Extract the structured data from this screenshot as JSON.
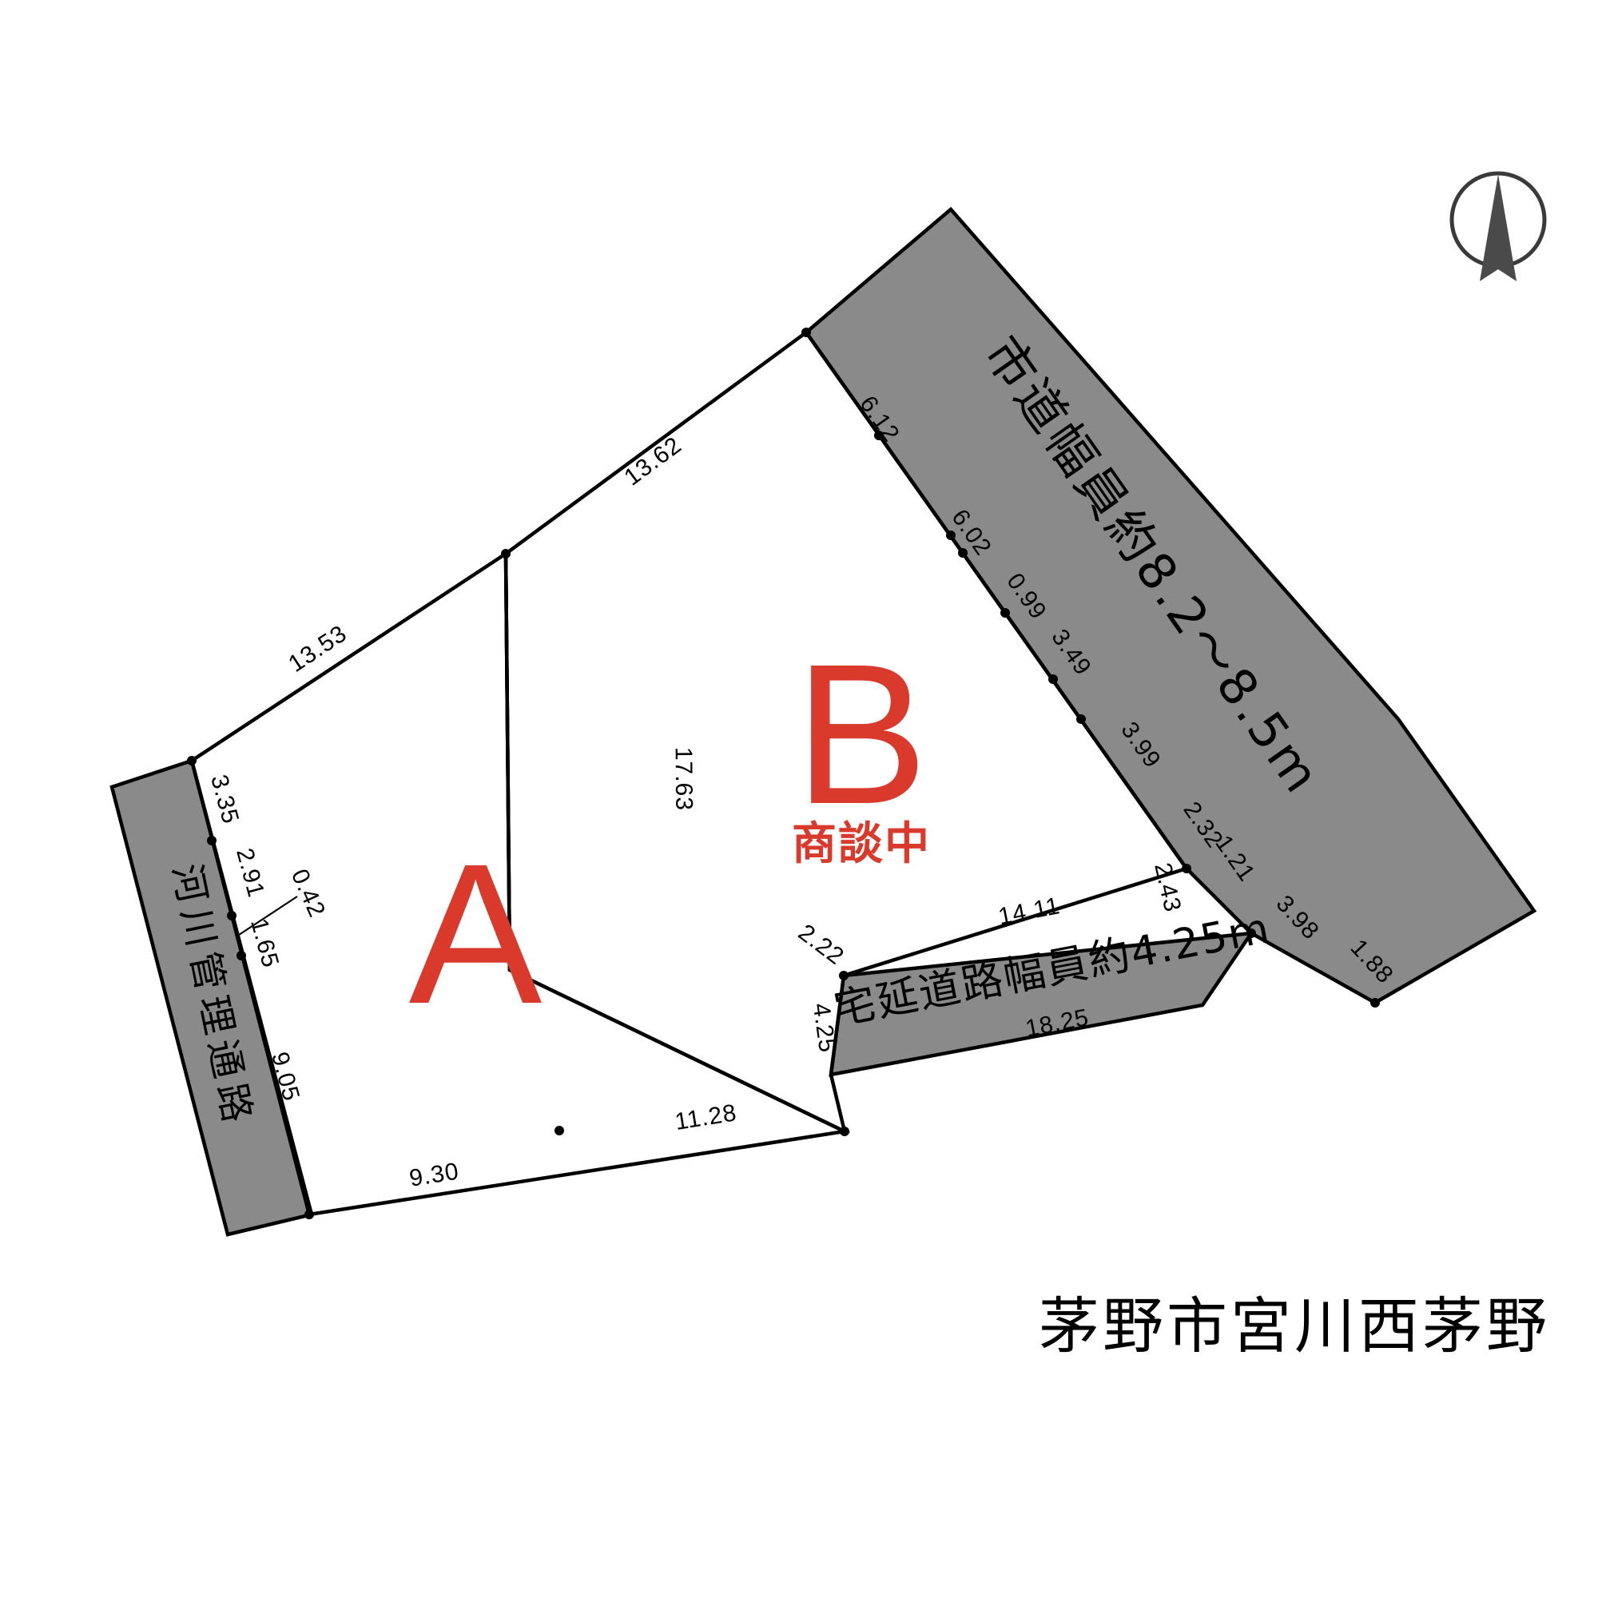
{
  "figure": {
    "title_caption": "茅野市宮川西茅野",
    "colors": {
      "lot_label": "#d93a2b",
      "road_fill": "#8a8a8a",
      "boundary": "#000000",
      "caption": "#a0a0a0"
    }
  },
  "compass": {
    "name": "north-arrow",
    "direction": "N"
  },
  "lots": [
    {
      "id": "A",
      "label": "A",
      "status": ""
    },
    {
      "id": "B",
      "label": "B",
      "status": "商談中"
    }
  ],
  "roads": [
    {
      "id": "city-road",
      "label": "市道幅員約8.2〜8.5m"
    },
    {
      "id": "flag-road",
      "label": "宅延道路幅員約4.25m"
    },
    {
      "id": "river-path",
      "label": "河川管理通路"
    }
  ],
  "dimensions": {
    "north_boundary": [
      "13.53",
      "13.62"
    ],
    "city_road_frontage": [
      "6.12",
      "6.02",
      "0.99",
      "3.49",
      "3.99",
      "2.32",
      "1.21",
      "3.98",
      "1.88"
    ],
    "lot_divider": "17.63",
    "west_boundary": [
      "3.35",
      "2.91",
      "0.42",
      "1.65",
      "9.05"
    ],
    "south_boundary": [
      "9.30",
      "11.28"
    ],
    "flag_road": [
      "2.22",
      "4.25",
      "14.11",
      "18.25",
      "2.43"
    ]
  },
  "dim_labels": [
    {
      "key": "d_1353",
      "text": "13.53"
    },
    {
      "key": "d_1362",
      "text": "13.62"
    },
    {
      "key": "d_612",
      "text": "6.12"
    },
    {
      "key": "d_602",
      "text": "6.02"
    },
    {
      "key": "d_099",
      "text": "0.99"
    },
    {
      "key": "d_349",
      "text": "3.49"
    },
    {
      "key": "d_399",
      "text": "3.99"
    },
    {
      "key": "d_232",
      "text": "2.32"
    },
    {
      "key": "d_121",
      "text": "1.21"
    },
    {
      "key": "d_398",
      "text": "3.98"
    },
    {
      "key": "d_188",
      "text": "1.88"
    },
    {
      "key": "d_243",
      "text": "2.43"
    },
    {
      "key": "d_1411",
      "text": "14.11"
    },
    {
      "key": "d_1825",
      "text": "18.25"
    },
    {
      "key": "d_222",
      "text": "2.22"
    },
    {
      "key": "d_425",
      "text": "4.25"
    },
    {
      "key": "d_1128",
      "text": "11.28"
    },
    {
      "key": "d_930",
      "text": "9.30"
    },
    {
      "key": "d_905",
      "text": "9.05"
    },
    {
      "key": "d_165",
      "text": "1.65"
    },
    {
      "key": "d_042",
      "text": "0.42"
    },
    {
      "key": "d_291",
      "text": "2.91"
    },
    {
      "key": "d_335",
      "text": "3.35"
    },
    {
      "key": "d_1763",
      "text": "17.63"
    }
  ]
}
